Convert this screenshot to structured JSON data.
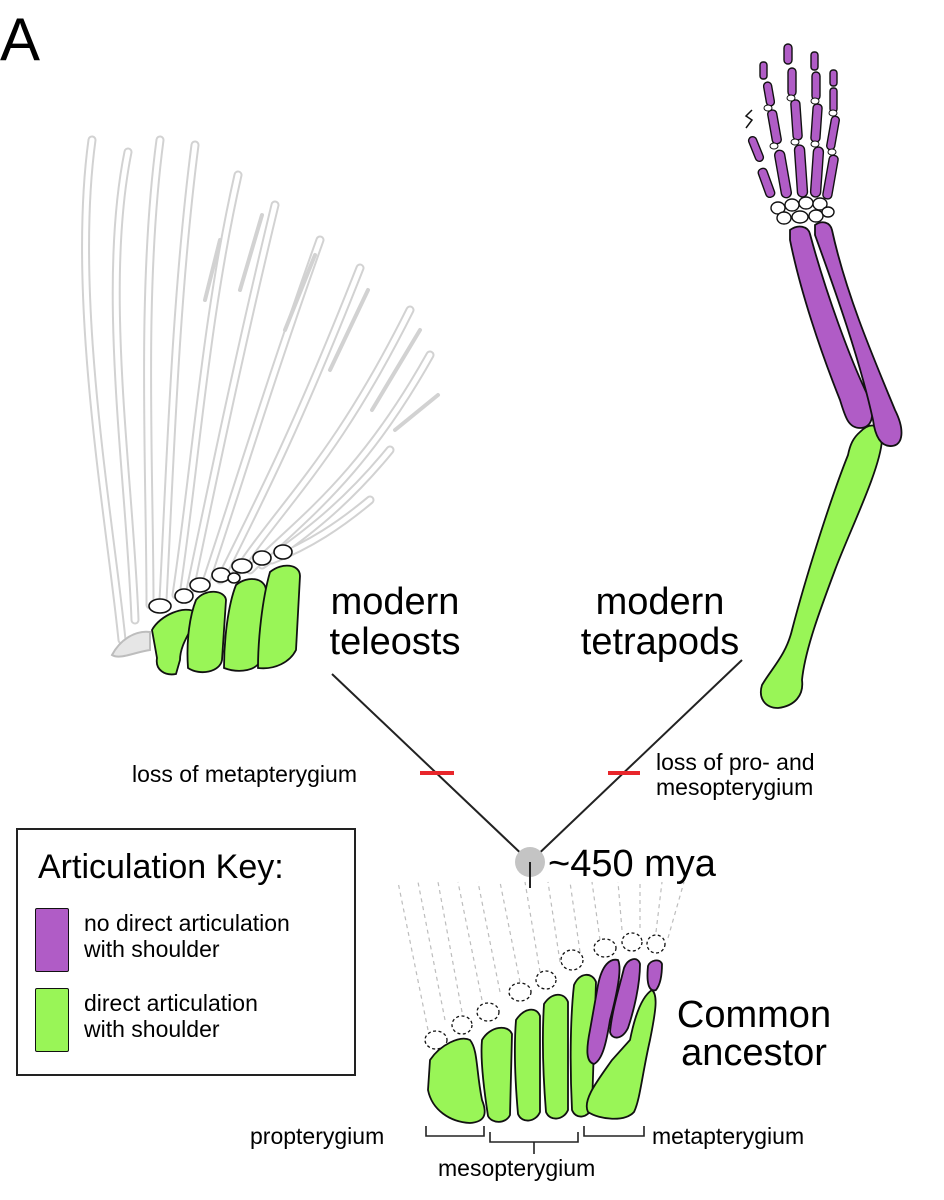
{
  "panel_label": "A",
  "clades": {
    "teleosts": [
      "modern",
      "teleosts"
    ],
    "tetrapods": [
      "modern",
      "tetrapods"
    ],
    "ancestor": [
      "Common",
      "ancestor"
    ]
  },
  "events": {
    "teleost_loss": "loss of metapterygium",
    "tetrapod_loss": [
      "loss of pro- and",
      "mesopterygium"
    ]
  },
  "divergence": "~450 mya",
  "key": {
    "title": "Articulation Key:",
    "items": [
      {
        "label": [
          "no direct articulation",
          "with shoulder"
        ],
        "color": "#b05cc6"
      },
      {
        "label": [
          "direct articulation",
          "with shoulder"
        ],
        "color": "#99f557"
      }
    ]
  },
  "elements": {
    "pro": "propterygium",
    "meso": "mesopterygium",
    "meta": "metapterygium"
  },
  "colors": {
    "purple": "#b05cc6",
    "green": "#99f557",
    "fin_ray": "#d9d9d9",
    "branch": "#222222",
    "event_mark": "#e8262b",
    "node": "#c4c4c4"
  }
}
